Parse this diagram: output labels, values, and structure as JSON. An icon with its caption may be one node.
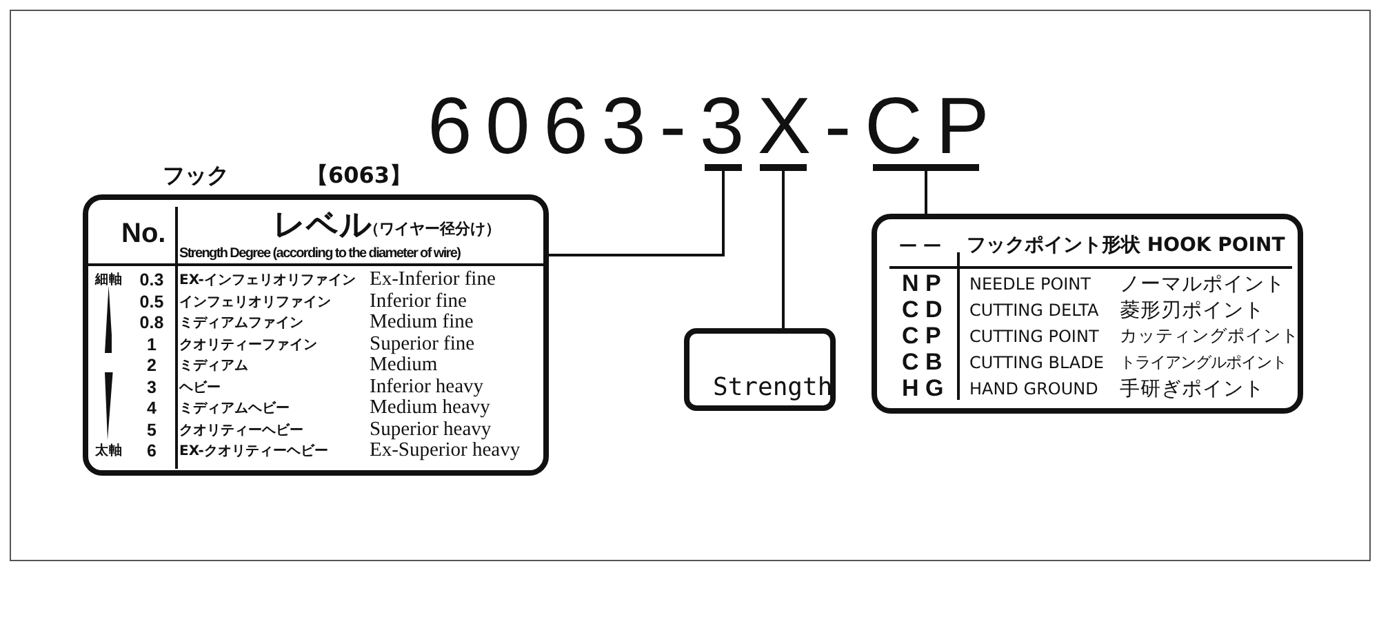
{
  "diagram": {
    "title": "6063-3X-CP",
    "nodes": [
      {
        "text": [],
        "shape": "bar"
      },
      {
        "text": [],
        "shape": "bar"
      },
      {
        "text": [],
        "shape": "bar"
      },
      {
        "text": [
          "No.",
          "レベル",
          "（ワイヤー径分け）",
          "Strength Degree (according to the diameter of wire)",
          "細軸",
          "0.3",
          "EX-インフェリオリファイン",
          "Ex-Inferior fine",
          "0.5",
          "インフェリオリファイン",
          "Inferior fine",
          "0.8",
          "ミディアムファイン",
          "Medium fine",
          "1",
          "クオリティーファイン",
          "Superior fine",
          "2",
          "ミディアム",
          "Medium",
          "3",
          "ヘビー",
          "Inferior heavy",
          "4",
          "ミディアムヘビー",
          "Medium heavy",
          "5",
          "クオリティーヘビー",
          "Superior heavy",
          "太軸",
          "6",
          "EX-クオリティーヘビー",
          "Ex-Superior heavy"
        ],
        "beside": [
          "フック",
          "【6063】"
        ]
      },
      {
        "text": [
          "— —",
          "フックポイント形状 HOOK POINT",
          "N P",
          "NEEDLE POINT",
          "ノーマルポイント",
          "C D",
          "CUTTING DELTA",
          "菱形刃ポイント",
          "C P",
          "CUTTING POINT",
          "カッティングポイント",
          "C B",
          "CUTTING BLADE",
          "トライアングルポイント",
          "H G",
          "HAND GROUND",
          "手研ぎポイント"
        ]
      },
      {
        "text": [
          "Strength"
        ]
      }
    ],
    "edges": [
      {
        "from": 3,
        "to": 0,
        "arrow": "none"
      },
      {
        "from": 5,
        "to": 1,
        "arrow": "none"
      },
      {
        "from": 4,
        "to": 2,
        "arrow": "none"
      }
    ]
  }
}
